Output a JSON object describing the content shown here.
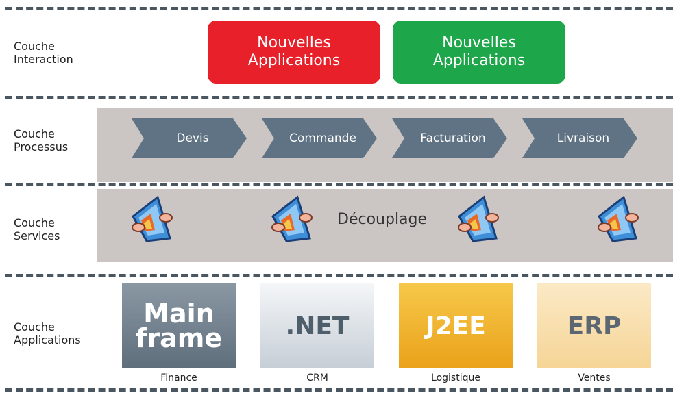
{
  "layers": [
    {
      "line1": "Couche",
      "line2": "Interaction"
    },
    {
      "line1": "Couche",
      "line2": "Processus"
    },
    {
      "line1": "Couche",
      "line2": "Services"
    },
    {
      "line1": "Couche",
      "line2": "Applications"
    }
  ],
  "interaction": {
    "red_box": {
      "line1": "Nouvelles",
      "line2": "Applications",
      "color": "#e8202a"
    },
    "green_box": {
      "line1": "Nouvelles",
      "line2": "Applications",
      "color": "#1ea64a"
    }
  },
  "processes": [
    "Devis",
    "Commande",
    "Facturation",
    "Livraison"
  ],
  "services": {
    "label": "Découplage",
    "icon": "decoupling-icon"
  },
  "systems": [
    {
      "line1": "Main",
      "line2": "frame",
      "caption": "Finance"
    },
    {
      "line1": ".NET",
      "line2": "",
      "caption": "CRM"
    },
    {
      "line1": "J2EE",
      "line2": "",
      "caption": "Logistique"
    },
    {
      "line1": "ERP",
      "line2": "",
      "caption": "Ventes"
    }
  ],
  "colors": {
    "band": "#cbc6c4",
    "arrow": "#5f7384",
    "dash": "#4a5660"
  }
}
